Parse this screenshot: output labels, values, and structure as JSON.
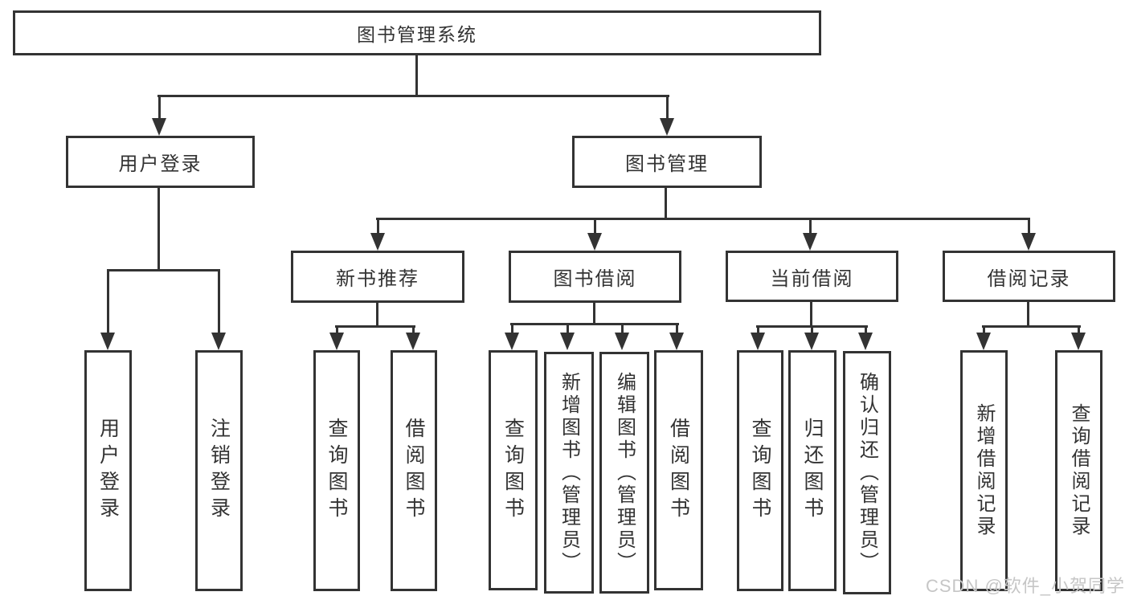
{
  "diagram": {
    "title_node": {
      "label": "图书管理系统"
    },
    "level2": {
      "user_login": {
        "label": "用户登录"
      },
      "book_mgmt": {
        "label": "图书管理"
      }
    },
    "level3": {
      "new_rec": {
        "label": "新书推荐"
      },
      "book_borrow": {
        "label": "图书借阅"
      },
      "cur_borrow": {
        "label": "当前借阅"
      },
      "borrow_rec": {
        "label": "借阅记录"
      }
    },
    "leaves": {
      "login": {
        "label": "用户登录"
      },
      "logout": {
        "label": "注销登录"
      },
      "rec_query": {
        "label": "查询图书"
      },
      "rec_borrow": {
        "label": "借阅图书"
      },
      "bb_query": {
        "label": "查询图书"
      },
      "bb_add": {
        "label": "新增图书（管理员）"
      },
      "bb_edit": {
        "label": "编辑图书（管理员）"
      },
      "bb_borrow": {
        "label": "借阅图书"
      },
      "cb_query": {
        "label": "查询图书"
      },
      "cb_return": {
        "label": "归还图书"
      },
      "cb_confirm": {
        "label": "确认归还（管理员）"
      },
      "br_add": {
        "label": "新增借阅记录"
      },
      "br_query": {
        "label": "查询借阅记录"
      }
    },
    "colors": {
      "line": "#333333",
      "box_background": "#ffffff",
      "watermark_text": "#c6c6c6"
    }
  },
  "watermark": {
    "text": "CSDN @软件_小贺同学"
  }
}
